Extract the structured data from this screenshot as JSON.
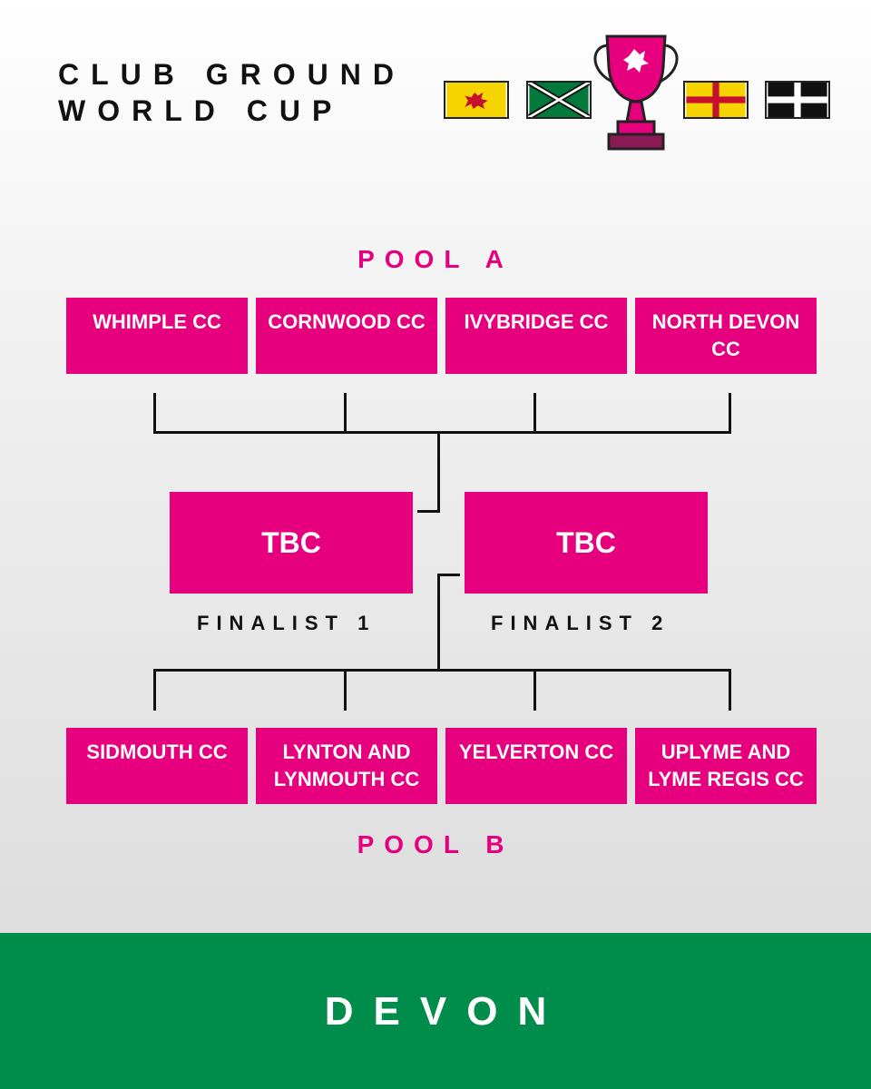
{
  "header": {
    "title_line1": "CLUB GROUND",
    "title_line2": "WORLD CUP"
  },
  "colors": {
    "accent": "#e6007e",
    "footer": "#008c4a",
    "trophy_base": "#8a1a55"
  },
  "icons": [
    "dragon-flag-icon",
    "cross-flag-green-icon",
    "trophy-icon",
    "cross-flag-yellow-icon",
    "cross-flag-black-icon"
  ],
  "pool_a": {
    "label": "POOL A",
    "teams": [
      "WHIMPLE CC",
      "CORNWOOD CC",
      "IVYBRIDGE CC",
      "NORTH DEVON CC"
    ]
  },
  "pool_b": {
    "label": "POOL B",
    "teams": [
      "SIDMOUTH CC",
      "LYNTON AND LYNMOUTH CC",
      "YELVERTON CC",
      "UPLYME AND LYME REGIS CC"
    ]
  },
  "finalists": [
    {
      "team": "TBC",
      "label": "FINALIST 1"
    },
    {
      "team": "TBC",
      "label": "FINALIST 2"
    }
  ],
  "footer": {
    "label": "DEVON"
  }
}
